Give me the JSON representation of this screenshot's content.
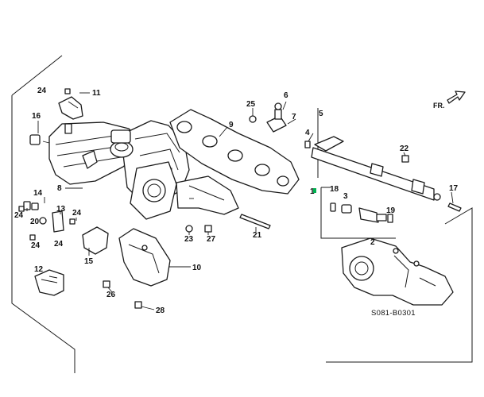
{
  "diagram": {
    "direction_label": "FR.",
    "drawing_code": "S081-B0301",
    "highlight_color": "#00b050",
    "callouts": {
      "c1": "1",
      "c2": "2",
      "c3": "3",
      "c4": "4",
      "c5": "5",
      "c6": "6",
      "c7": "7",
      "c8": "8",
      "c9": "9",
      "c10": "10",
      "c11": "11",
      "c12": "12",
      "c13": "13",
      "c14": "14",
      "c15": "15",
      "c16": "16",
      "c17": "17",
      "c18": "18",
      "c19": "19",
      "c20": "20",
      "c21": "21",
      "c22": "22",
      "c23": "23",
      "c24a": "24",
      "c24b": "24",
      "c24c": "24",
      "c24d": "24",
      "c24e": "24",
      "c25": "25",
      "c26": "26",
      "c27": "27",
      "c28": "28"
    }
  }
}
